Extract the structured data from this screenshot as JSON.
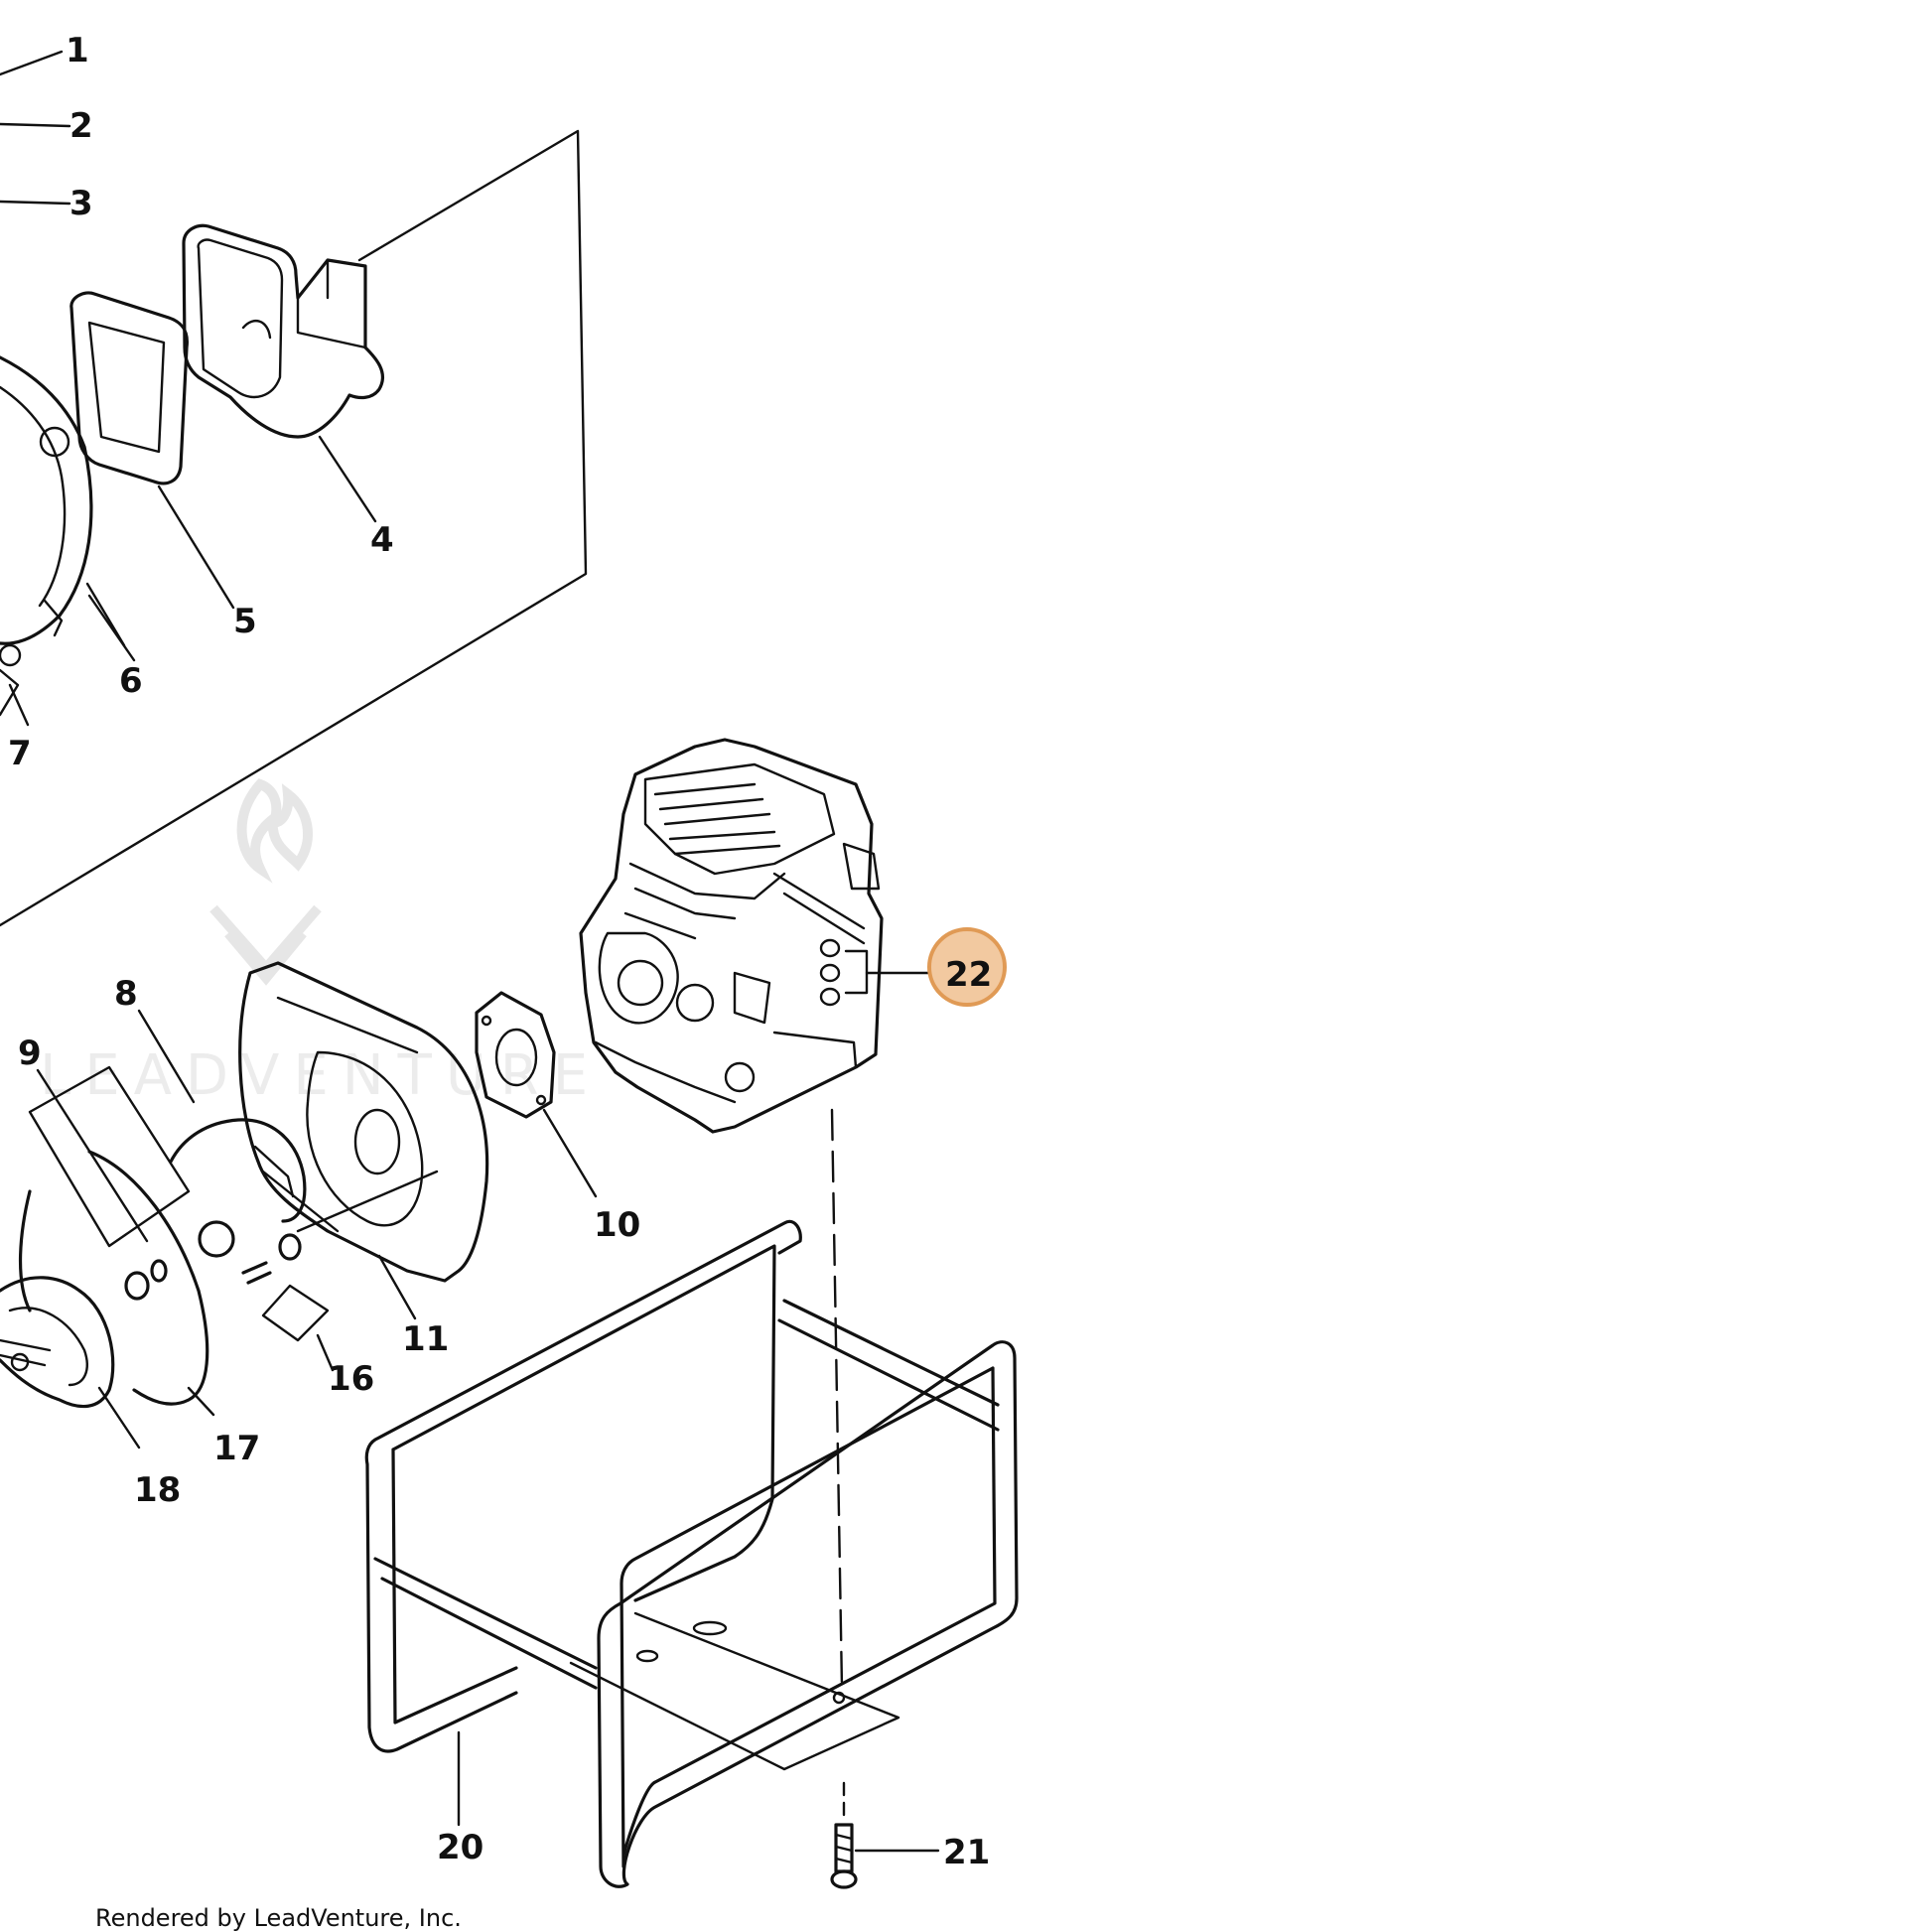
{
  "footer": {
    "text": "Rendered by LeadVenture, Inc."
  },
  "watermark": {
    "text": "LEADVENTURE",
    "icon": "flame-logo-icon"
  },
  "callouts": [
    "1",
    "2",
    "3",
    "4",
    "5",
    "6",
    "7",
    "8",
    "9",
    "10",
    "11",
    "16",
    "17",
    "18",
    "20",
    "21",
    "22"
  ],
  "highlight": {
    "callout": "22",
    "color": "#f2c9a0",
    "border_color": "#e09a55"
  },
  "colors": {
    "line": "#111111",
    "background": "#ffffff"
  }
}
